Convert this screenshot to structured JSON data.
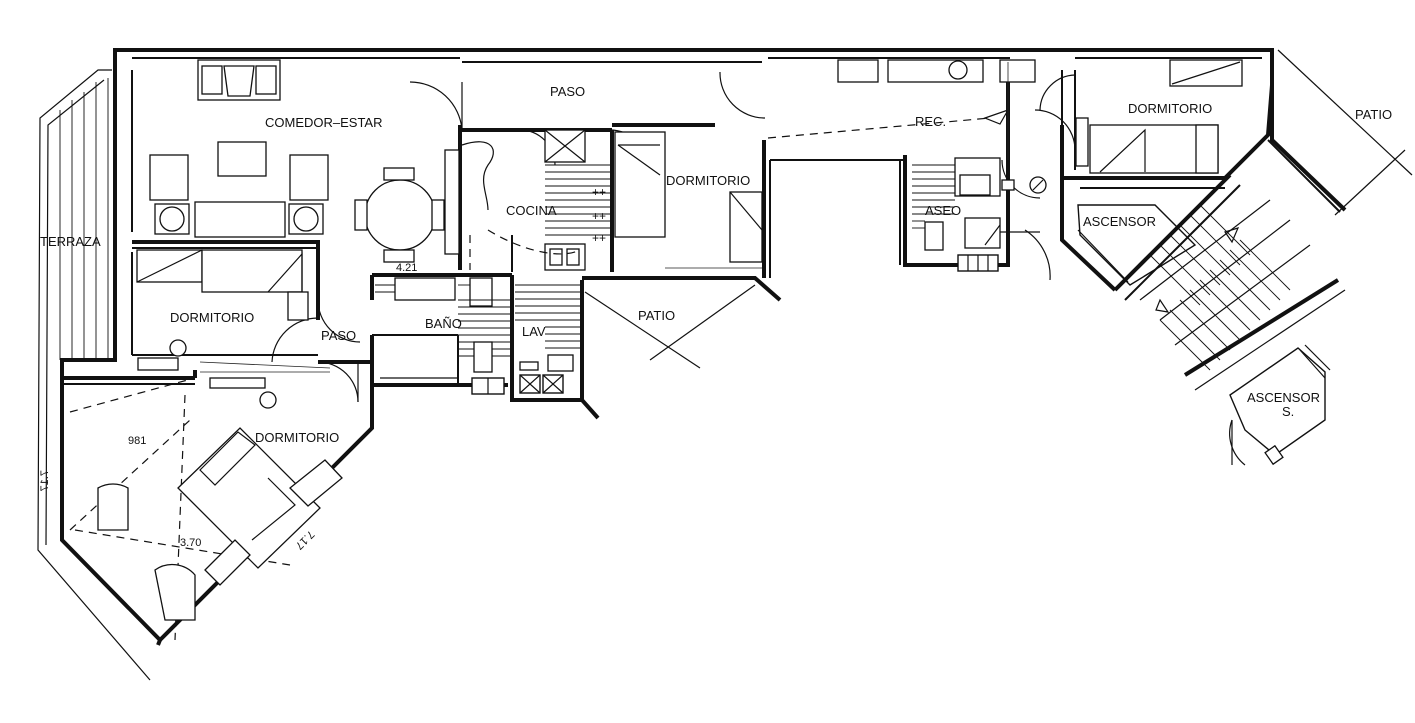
{
  "plan": {
    "rooms": {
      "comedor_estar": "COMEDOR–ESTAR",
      "paso_top": "PASO",
      "cocina": "COCINA",
      "dormitorio_center": "DORMITORIO",
      "rec": "REC.",
      "dormitorio_right": "DORMITORIO",
      "patio_right": "PATIO",
      "aseo": "ASEO",
      "ascensor_top": "ASCENSOR",
      "terraza": "TERRAZA",
      "dormitorio_left": "DORMITORIO",
      "paso_small": "PASO",
      "bano": "BAÑO",
      "lav": "LAV",
      "patio_center": "PATIO",
      "dormitorio_main": "DORMITORIO",
      "ascensor_s_line1": "ASCENSOR",
      "ascensor_s_line2": "S."
    },
    "dimensions": {
      "d_421": "4.21",
      "d_981": "981",
      "d_370": "3.70",
      "d_717": "7.17",
      "d_717b": "7.17"
    }
  }
}
